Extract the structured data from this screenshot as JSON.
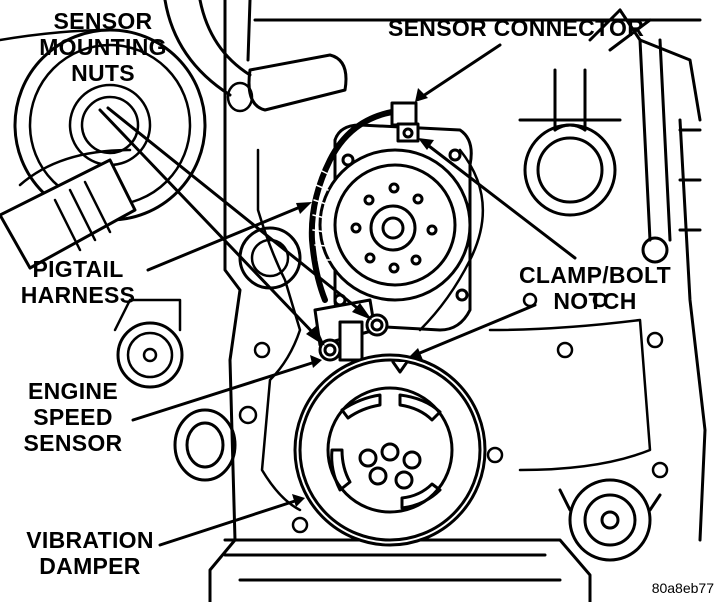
{
  "labels": {
    "sensor_mounting_nuts": [
      "SENSOR",
      "MOUNTING",
      "NUTS"
    ],
    "sensor_connector": "SENSOR CONNECTOR",
    "pigtail_harness": [
      "PIGTAIL",
      "HARNESS"
    ],
    "clamp_bolt_notch": [
      "CLAMP/BOLT",
      "NOTCH"
    ],
    "engine_speed_sensor": [
      "ENGINE",
      "SPEED",
      "SENSOR"
    ],
    "vibration_damper": [
      "VIBRATION",
      "DAMPER"
    ]
  },
  "figure_code": "80a8eb77",
  "colors": {
    "ink": "#000000",
    "paper": "#ffffff"
  }
}
